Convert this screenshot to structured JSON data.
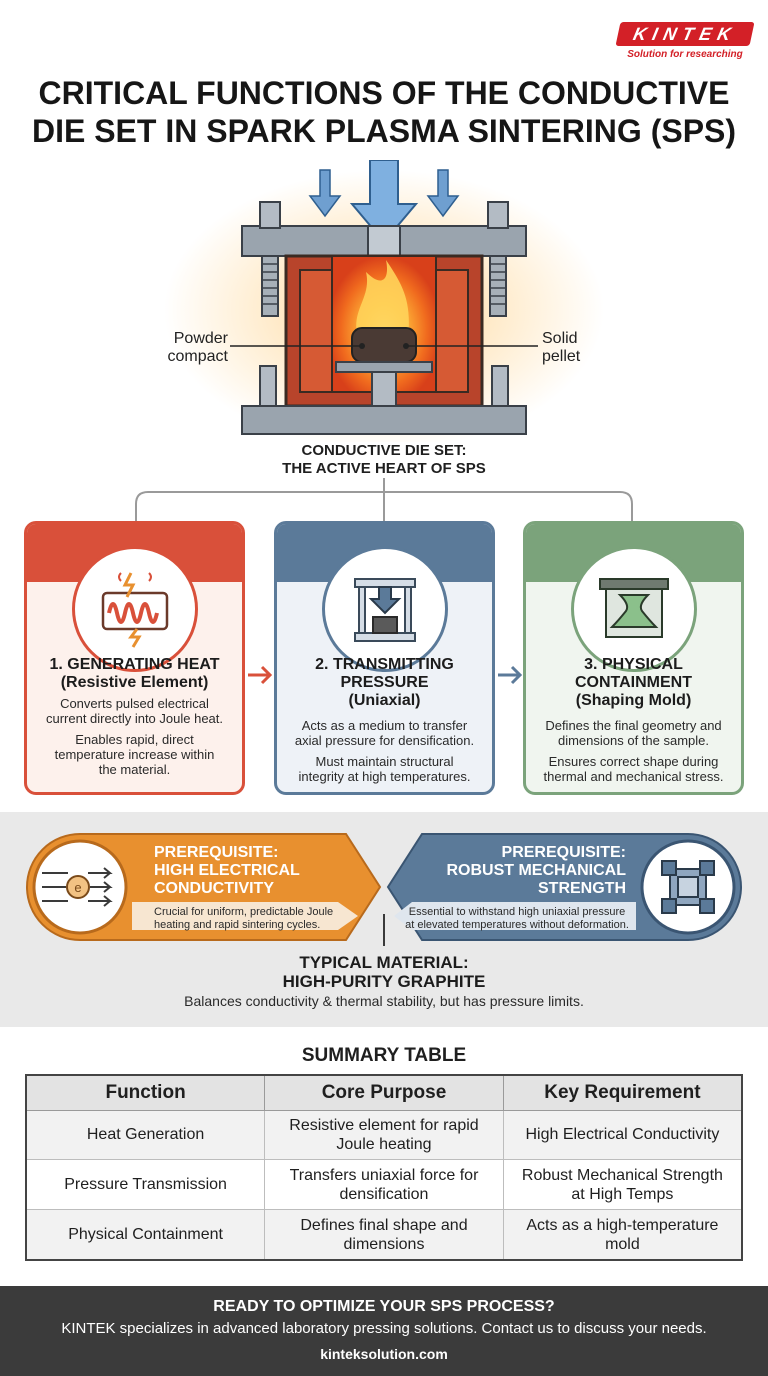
{
  "brand": {
    "name": "KINTEK",
    "tagline": "Solution for researching"
  },
  "title": {
    "line1": "CRITICAL FUNCTIONS OF THE CONDUCTIVE",
    "line2": "DIE SET IN SPARK PLASMA SINTERING (SPS)"
  },
  "hero": {
    "label_left": {
      "line1": "Powder",
      "line2": "compact"
    },
    "label_right": {
      "line1": "Solid",
      "line2": "pellet"
    },
    "caption": {
      "line1": "CONDUCTIVE DIE SET:",
      "line2": "THE ACTIVE HEART OF SPS"
    }
  },
  "functions": [
    {
      "title": {
        "line1": "1. GENERATING HEAT",
        "line2": "(Resistive Element)",
        "line3": ""
      },
      "text1": {
        "line1": "Converts pulsed electrical",
        "line2": "current directly into Joule heat.",
        "line3": ""
      },
      "text2": {
        "line1": "Enables rapid, direct",
        "line2": "temperature increase within",
        "line3": "the material."
      }
    },
    {
      "title": {
        "line1": "2. TRANSMITTING",
        "line2": "PRESSURE",
        "line3": "(Uniaxial)"
      },
      "text1": {
        "line1": "Acts as a medium to transfer",
        "line2": "axial pressure for densification.",
        "line3": ""
      },
      "text2": {
        "line1": "Must maintain structural",
        "line2": "integrity at high temperatures.",
        "line3": ""
      }
    },
    {
      "title": {
        "line1": "3. PHYSICAL",
        "line2": "CONTAINMENT",
        "line3": "(Shaping Mold)"
      },
      "text1": {
        "line1": "Defines the final geometry and",
        "line2": "dimensions of the sample.",
        "line3": ""
      },
      "text2": {
        "line1": "Ensures correct shape during",
        "line2": "thermal and mechanical stress.",
        "line3": ""
      }
    }
  ],
  "prerequisites": [
    {
      "title": {
        "line1": "PREREQUISITE:",
        "line2": "HIGH ELECTRICAL",
        "line3": "CONDUCTIVITY"
      },
      "text": {
        "line1": "Crucial for uniform, predictable Joule",
        "line2": "heating and rapid sintering cycles."
      },
      "color": "#e8902f"
    },
    {
      "title": {
        "line1": "PREREQUISITE:",
        "line2": "ROBUST MECHANICAL",
        "line3": "STRENGTH"
      },
      "text": {
        "line1": "Essential to withstand high uniaxial pressure",
        "line2": "at elevated temperatures without deformation."
      },
      "color": "#5b7a99"
    }
  ],
  "material": {
    "title": {
      "line1": "TYPICAL MATERIAL:",
      "line2": "HIGH-PURITY GRAPHITE"
    },
    "text": "Balances conductivity & thermal stability, but has pressure limits."
  },
  "summary": {
    "title": "SUMMARY TABLE",
    "headers": [
      "Function",
      "Core Purpose",
      "Key Requirement"
    ],
    "rows": [
      {
        "function": "Heat Generation",
        "purpose": {
          "line1": "Resistive element for rapid",
          "line2": "Joule heating"
        },
        "requirement": {
          "line1": "High Electrical Conductivity",
          "line2": ""
        }
      },
      {
        "function": "Pressure Transmission",
        "purpose": {
          "line1": "Transfers uniaxial force for",
          "line2": "densification"
        },
        "requirement": {
          "line1": "Robust Mechanical Strength",
          "line2": "at High Temps"
        }
      },
      {
        "function": "Physical Containment",
        "purpose": {
          "line1": "Defines final shape and",
          "line2": "dimensions"
        },
        "requirement": {
          "line1": "Acts as a high-temperature",
          "line2": "mold"
        }
      }
    ]
  },
  "footer": {
    "title": "READY TO OPTIMIZE YOUR SPS PROCESS?",
    "text": "KINTEK specializes in advanced laboratory pressing solutions. Contact us to discuss your needs.",
    "url": "kinteksolution.com"
  },
  "colors": {
    "heat": "#d9503a",
    "pressure": "#5b7a99",
    "containment": "#7ba37b",
    "brand": "#d32027"
  }
}
